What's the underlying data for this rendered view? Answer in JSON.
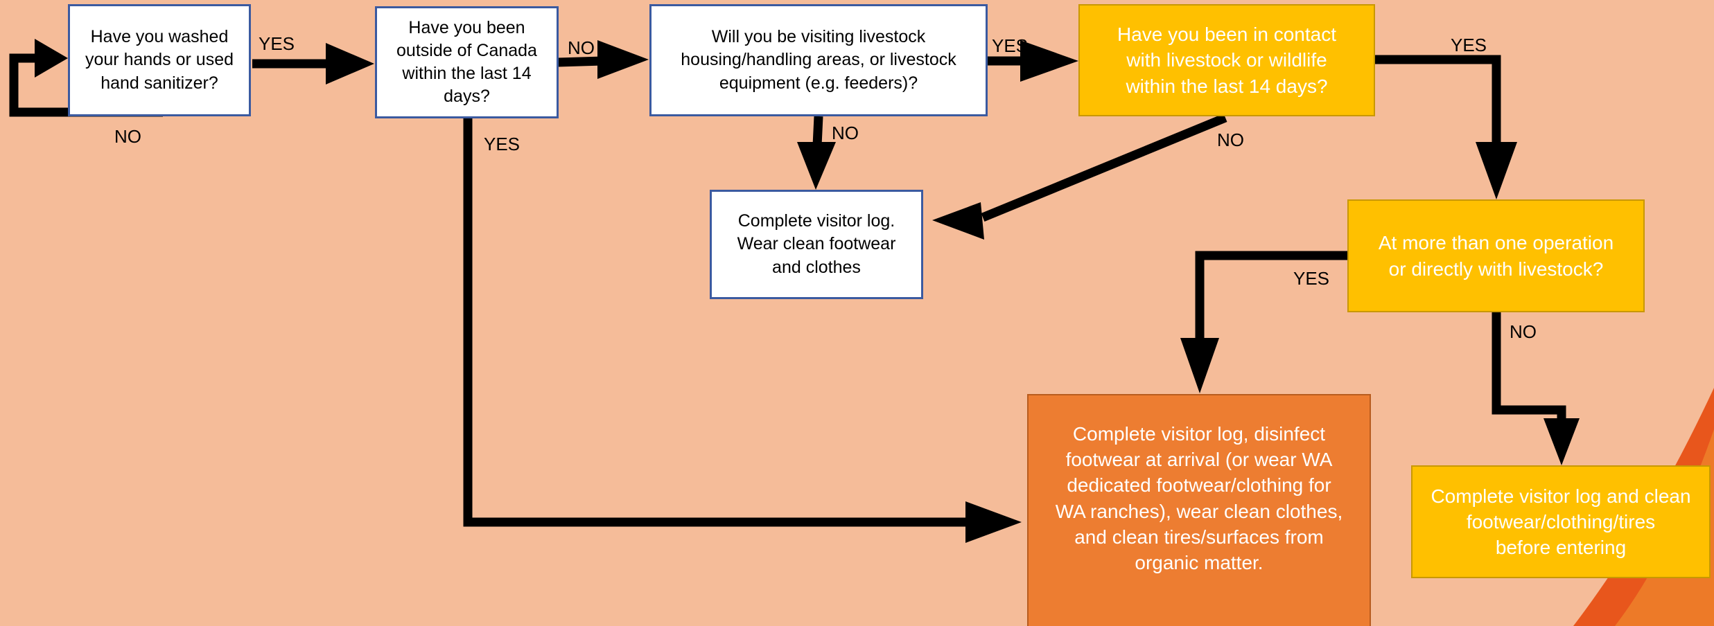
{
  "nodes": {
    "q_wash": "Have you washed\nyour hands or used\nhand sanitizer?",
    "q_canada": "Have you been\noutside of Canada\nwithin the last 14\ndays?",
    "q_livestock_areas": "Will you be visiting livestock\nhousing/handling areas, or livestock\nequipment (e.g. feeders)?",
    "q_contact": "Have you been in contact\nwith livestock or wildlife\nwithin the last 14 days?",
    "r_log_clean": "Complete visitor log.\nWear clean footwear\nand clothes",
    "q_multiple": "At more than one operation\nor directly with livestock?",
    "r_disinfect": "Complete visitor log, disinfect\nfootwear at arrival (or wear WA\ndedicated footwear/clothing for\nWA ranches), wear clean clothes,\nand clean tires/surfaces from\norganic matter.",
    "r_log_tires": "Complete visitor log and clean\nfootwear/clothing/tires\nbefore entering"
  },
  "labels": {
    "wash_yes": "YES",
    "wash_no": "NO",
    "canada_no": "NO",
    "canada_yes": "YES",
    "areas_yes": "YES",
    "areas_no": "NO",
    "contact_yes": "YES",
    "contact_no": "NO",
    "multiple_yes": "YES",
    "multiple_no": "NO"
  },
  "colors": {
    "background": "#F5BC99",
    "question_box": "#FFFFFF",
    "question_border": "#3B5AA0",
    "highlight_box": "#FFC000",
    "high_risk_box": "#ED7D31",
    "arrow": "#000000"
  }
}
